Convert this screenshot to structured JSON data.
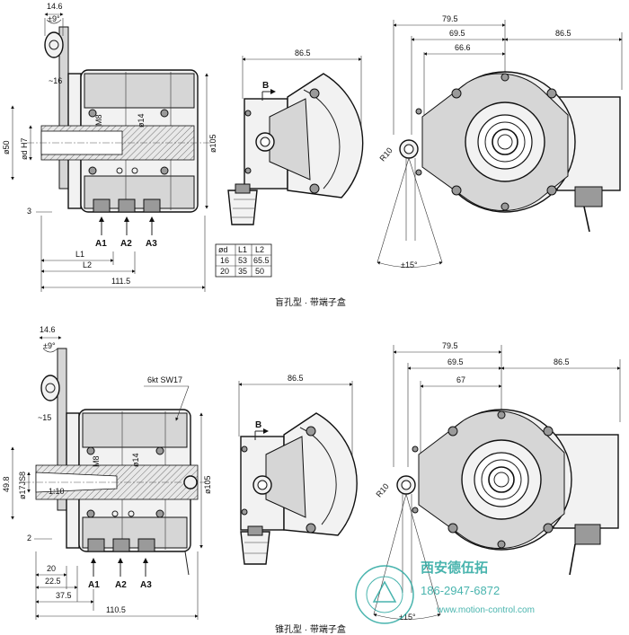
{
  "top": {
    "caption": "盲孔型 · 带端子盒",
    "side": {
      "dim_top_width": "14.6",
      "dim_angle": "±9°",
      "dim_16": "~16",
      "dim_phi50": "ø50",
      "dim_bore": "ød H7",
      "dim_M8": "M8",
      "dim_phi14": "ø14",
      "dim_phi105": "ø105",
      "dim_3": "3",
      "dim_L1": "L1",
      "dim_L2": "L2",
      "dim_total": "111.5",
      "arrows": [
        "A1",
        "A2",
        "A3"
      ]
    },
    "table": {
      "headers": [
        "ød",
        "L1",
        "L2"
      ],
      "rows": [
        [
          "16",
          "53",
          "65.5"
        ],
        [
          "20",
          "35",
          "50"
        ]
      ]
    },
    "flange": {
      "dim": "86.5",
      "view": "B"
    },
    "front": {
      "dim_79_5": "79.5",
      "dim_69_5": "69.5",
      "dim_66_6": "66.6",
      "dim_86_5": "86.5",
      "dim_R10": "R10",
      "dim_angle": "±15°"
    }
  },
  "bottom": {
    "caption": "锥孔型 · 带端子盒",
    "side": {
      "dim_top_width": "14.6",
      "dim_angle": "±9°",
      "dim_15": "~15",
      "dim_wrench": "6kt SW17",
      "dim_49_8": "49.8",
      "dim_bore": "ø17JS8",
      "dim_taper": "1:10",
      "dim_M8": "M8",
      "dim_phi14": "ø14",
      "dim_phi105": "ø105",
      "dim_2": "2",
      "dim_20": "20",
      "dim_22_5": "22.5",
      "dim_37_5": "37.5",
      "dim_total": "110.5",
      "arrows": [
        "A1",
        "A2",
        "A3"
      ]
    },
    "flange": {
      "dim": "86.5",
      "view": "B"
    },
    "front": {
      "dim_79_5": "79.5",
      "dim_69_5": "69.5",
      "dim_67": "67",
      "dim_86_5": "86.5",
      "dim_R10": "R10",
      "dim_angle": "±15°"
    }
  },
  "watermark": {
    "company": "西安德伍拓",
    "phone": "186-2947-6872",
    "url": "www.motion-control.com"
  },
  "colors": {
    "line": "#111111",
    "fill": "#f2f2f2",
    "shade": "#d6d6d6",
    "watermark": "#2aa8a0"
  }
}
